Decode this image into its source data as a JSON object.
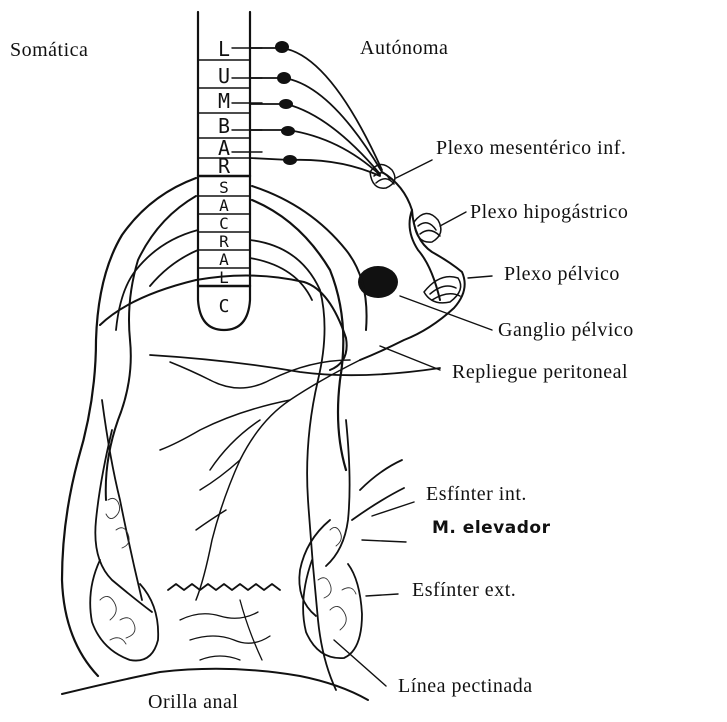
{
  "labels": {
    "somatic": "Somática",
    "autonomic": "Autónoma",
    "plexo_mesenterico": "Plexo mesentérico inf.",
    "plexo_hipogastrico": "Plexo hipogástrico",
    "plexo_pelvico": "Plexo pélvico",
    "ganglio_pelvico": "Ganglio pélvico",
    "repliegue": "Repliegue peritoneal",
    "esfinter_int": "Esfínter int.",
    "elevador": "M. elevador",
    "esfinter_ext": "Esfínter ext.",
    "linea_pectinada": "Línea pectinada",
    "orilla_anal": "Orilla anal"
  },
  "spinal_segments": {
    "lumbar": [
      "L",
      "U",
      "M",
      "B",
      "A",
      "R"
    ],
    "sacral": [
      "S",
      "A",
      "C",
      "R",
      "A",
      "L"
    ],
    "coccygeal": "C"
  }
}
